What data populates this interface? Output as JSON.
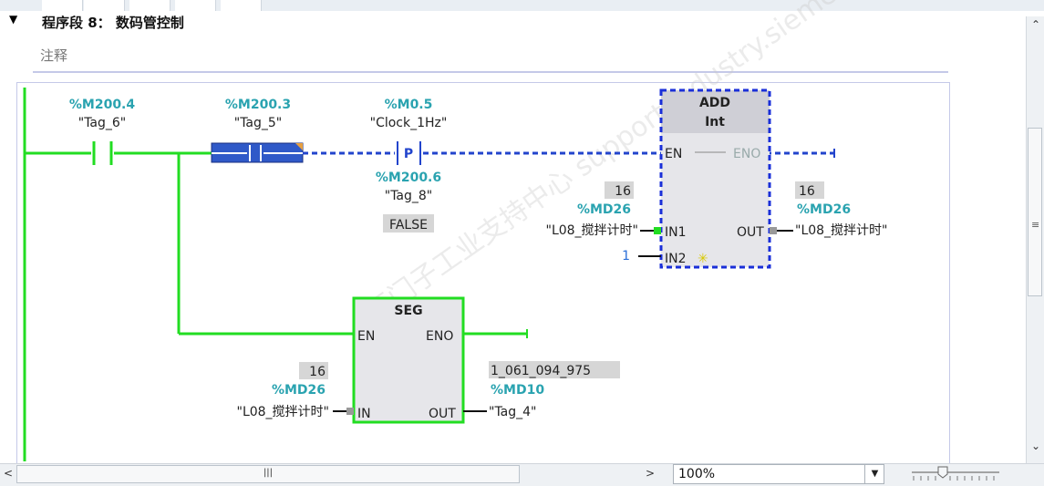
{
  "network": {
    "collapse_glyph": "▼",
    "title": "程序段 8：  数码管控制",
    "comment": "注释"
  },
  "rung1": {
    "contact_tag6": {
      "address": "%M200.4",
      "name": "\"Tag_6\""
    },
    "contact_tag5": {
      "address": "%M200.3",
      "name": "\"Tag_5\""
    },
    "p_contact": {
      "address": "%M0.5",
      "name": "\"Clock_1Hz\"",
      "label": "P",
      "operand_address": "%M200.6",
      "operand_name": "\"Tag_8\"",
      "state": "FALSE"
    },
    "add_block": {
      "title": "ADD",
      "type": "Int",
      "en": "EN",
      "eno": "ENO",
      "in1": "IN1",
      "in2": "IN2",
      "out": "OUT",
      "in1_value": "16",
      "in1_address": "%MD26",
      "in1_tag": "\"L08_搅拌计时\"",
      "in2_value": "1",
      "out_value": "16",
      "out_address": "%MD26",
      "out_tag": "\"L08_搅拌计时\"",
      "star": "✳"
    }
  },
  "rung2": {
    "seg_block": {
      "title": "SEG",
      "en": "EN",
      "eno": "ENO",
      "in": "IN",
      "out": "OUT",
      "in_value": "16",
      "in_address": "%MD26",
      "in_tag": "\"L08_搅拌计时\"",
      "out_value": "1_061_094_975",
      "out_address": "%MD10",
      "out_tag": "\"Tag_4\""
    }
  },
  "scroll": {
    "up": "⌃",
    "down": "⌄",
    "grip": "≡",
    "left": "<",
    "right": ">",
    "hgrip": "|||"
  },
  "zoom": {
    "value": "100%",
    "arrow": "▼"
  },
  "watermark": "西门子工业支持中心 support.industry.siemens.com/cs",
  "colors": {
    "power_flow": "#22dd22",
    "no_flow": "#2244cc",
    "address": "#2aa3b0",
    "block_fill": "#e6e6ea",
    "value_box": "#d6d6d6"
  }
}
